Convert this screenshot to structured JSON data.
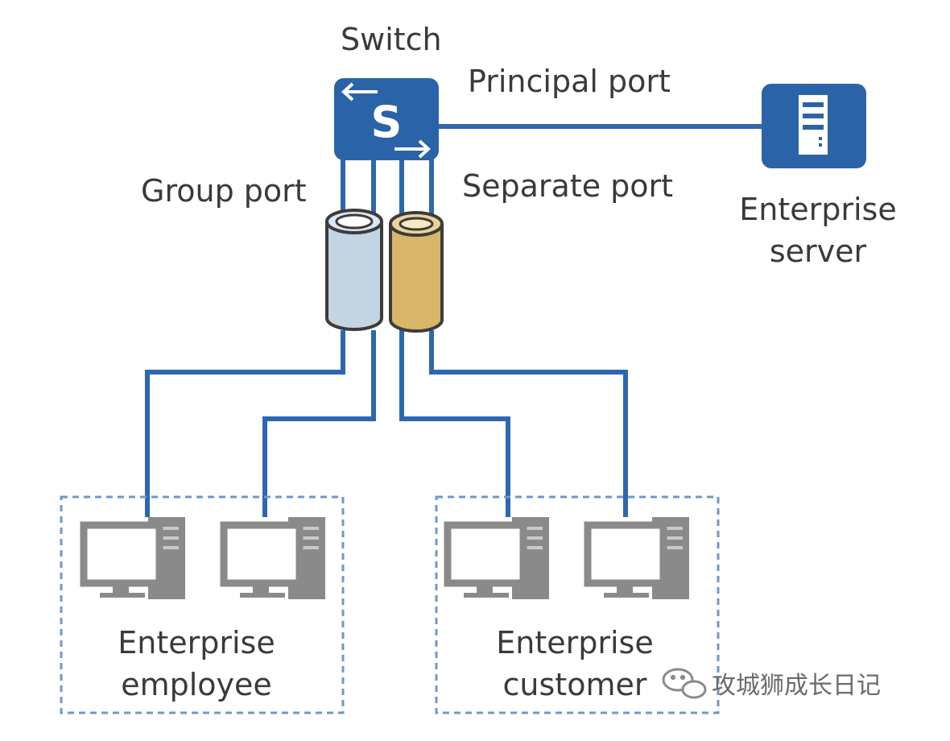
{
  "labels": {
    "switch": "Switch",
    "switch_letter": "S",
    "principal_port": "Principal port",
    "group_port": "Group port",
    "separate_port": "Separate port",
    "server_line1": "Enterprise",
    "server_line2": "server",
    "employee_line1": "Enterprise",
    "employee_line2": "employee",
    "customer_line1": "Enterprise",
    "customer_line2": "customer"
  },
  "watermark": "攻城狮成长日记",
  "colors": {
    "device_blue": "#2b63a9",
    "link_blue": "#2e67b1",
    "group_port_fill": "#c3d4e2",
    "separate_port_fill": "#d8b66a",
    "pc_gray": "#8a8a8a",
    "group_border": "#6f98c8"
  }
}
